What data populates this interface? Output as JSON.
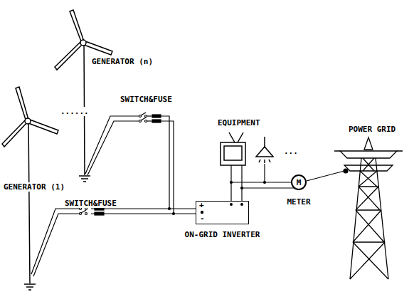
{
  "diagram": {
    "nodes": [
      {
        "text": [
          "+",
          "-",
          "ON-GRID INVERTER"
        ]
      },
      {
        "text": [
          "M",
          "METER"
        ]
      }
    ],
    "edges": [
      {
        "from": 0,
        "to": 1,
        "arrow": "none"
      }
    ],
    "labels": [
      "GENERATOR (n)",
      "......",
      "SWITCH&FUSE",
      "EQUIPMENT",
      "...",
      "POWER GRID",
      "GENERATOR (1)",
      "SWITCH&FUSE"
    ]
  }
}
